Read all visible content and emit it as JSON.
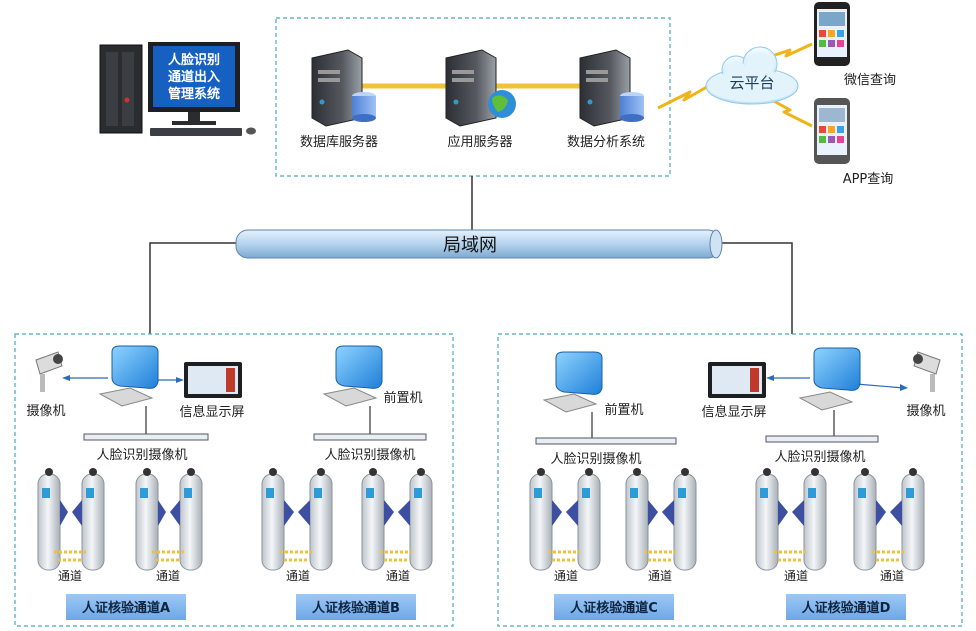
{
  "mgmt_system": {
    "lines": [
      "人脸识别",
      "通道出入",
      "管理系统"
    ]
  },
  "servers": {
    "db": "数据库服务器",
    "app": "应用服务器",
    "analysis": "数据分析系统"
  },
  "cloud": {
    "label": "云平台"
  },
  "phones": {
    "wechat": "微信查询",
    "app": "APP查询"
  },
  "lan": {
    "label": "局域网"
  },
  "left_group": {
    "camera": "摄像机",
    "info_screen": "信息显示屏",
    "front_machine": "前置机",
    "face_camera_a": "人脸识别摄像机",
    "face_camera_b": "人脸识别摄像机",
    "channels": [
      "通道",
      "通道",
      "通道",
      "通道"
    ],
    "lane_a": "人证核验通道A",
    "lane_b": "人证核验通道B"
  },
  "right_group": {
    "camera": "摄像机",
    "info_screen": "信息显示屏",
    "front_machine": "前置机",
    "face_camera_c": "人脸识别摄像机",
    "face_camera_d": "人脸识别摄像机",
    "channels": [
      "通道",
      "通道",
      "通道",
      "通道"
    ],
    "lane_c": "人证核验通道C",
    "lane_d": "人证核验通道D"
  },
  "colors": {
    "dashed_border": "#4aa8c8",
    "lane_label_bg": "#7fb6f0",
    "pipe": "#b9d7ee",
    "lightning": "#f0b419",
    "monitor_screen": "#1560c0"
  }
}
